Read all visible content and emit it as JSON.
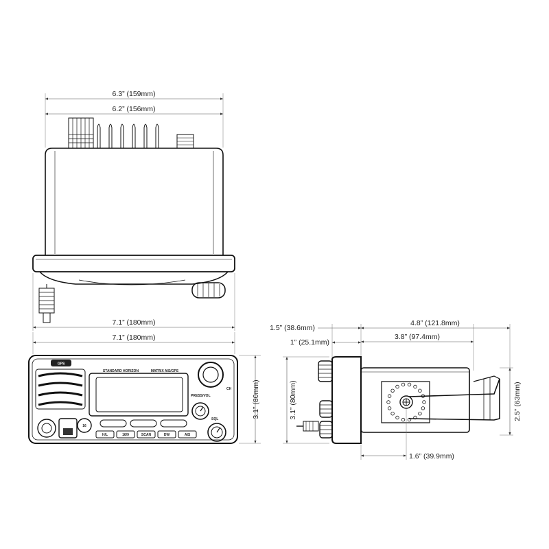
{
  "top_view": {
    "dim_overall": "6.3” (159mm)",
    "dim_body": "6.2” (156mm)",
    "dim_bracket": "7.1” (180mm)"
  },
  "front_view": {
    "dim_width": "7.1” (180mm)",
    "dim_height": "3.1” (80mm)",
    "gps_label": "GPS",
    "brand_text": "STANDARD HORIZON",
    "model_text": "MATRIX AIS/GPS",
    "knob_label": "PRESS/VOL",
    "sql_label": "SQL",
    "ch_label": "CH",
    "key_labels": [
      "H/L",
      "16/9",
      "SCAN",
      "DW",
      "AIS"
    ]
  },
  "side_view": {
    "dim_total_depth": "4.8” (121.8mm)",
    "dim_front_protrusion": "1.5” (38.6mm)",
    "dim_body_depth": "3.8” (97.4mm)",
    "dim_knob_depth": "1” (25.1mm)",
    "dim_height": "3.1” (80mm)",
    "dim_bracket_height": "2.5” (63mm)",
    "dim_bracket_offset": "1.6” (39.9mm)"
  }
}
